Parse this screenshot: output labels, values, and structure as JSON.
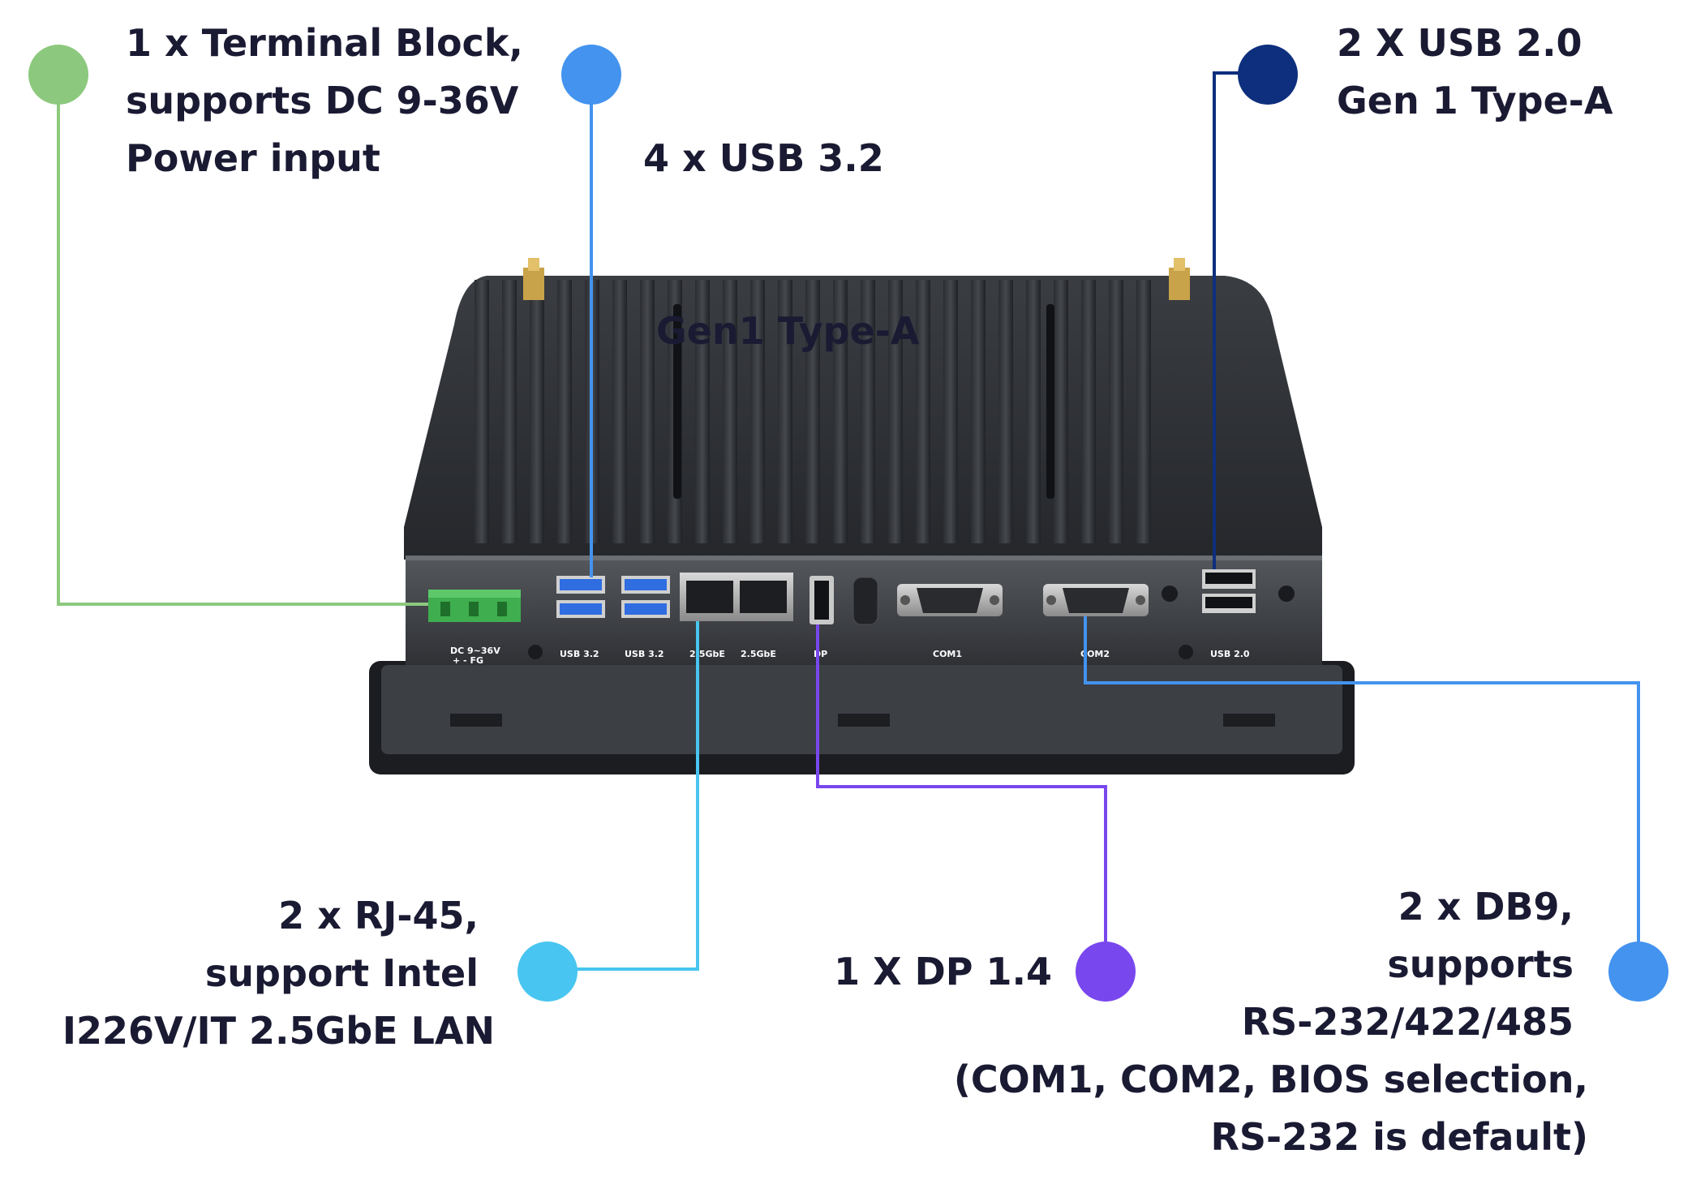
{
  "colors": {
    "power": "#8cc97e",
    "usb32": "#4393ef",
    "usb20": "#0d2f7d",
    "lan": "#48c5f0",
    "dp": "#7947ee",
    "db9": "#4393ef",
    "text": "#1a1a33"
  },
  "callouts": {
    "power": {
      "lines": [
        "1 x Terminal Block,",
        "supports DC 9-36V",
        "Power input"
      ]
    },
    "usb32": {
      "lines": [
        "4 x USB 3.2",
        " Gen1 Type-A"
      ]
    },
    "usb20": {
      "lines": [
        "2 X USB 2.0",
        "Gen 1 Type-A"
      ]
    },
    "lan": {
      "lines": [
        "2 x RJ-45,",
        "support Intel",
        "I226V/IT 2.5GbE LAN"
      ]
    },
    "dp": {
      "lines": [
        "1 X DP 1.4"
      ]
    },
    "db9": {
      "lines": [
        "2 x DB9,",
        "supports",
        "RS-232/422/485",
        "(COM1, COM2, BIOS selection,",
        "RS-232 is default)"
      ]
    }
  },
  "device_labels": {
    "dc": "DC 9~36V",
    "dc_pins": "+   -   FG",
    "usb32_a": "USB 3.2",
    "usb32_b": "USB 3.2",
    "lan_a": "2.5GbE",
    "lan_b": "2.5GbE",
    "dp": "DP",
    "com1": "COM1",
    "com2": "COM2",
    "usb20": "USB 2.0"
  }
}
